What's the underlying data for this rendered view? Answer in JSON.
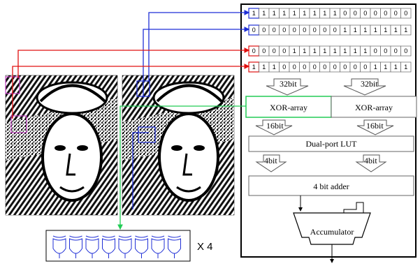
{
  "bit_rows": [
    {
      "bits": "1111111110000000",
      "accent": "#1f2fd6"
    },
    {
      "bits": "0000000001111111",
      "accent": "#1f2fd6"
    },
    {
      "bits": "0000111111110000",
      "accent": "#e01010"
    },
    {
      "bits": "1110000000001111",
      "accent": "#e01010"
    }
  ],
  "labels": {
    "width_32_left": "32bit",
    "width_32_right": "32bit",
    "xor_left": "XOR-array",
    "xor_right": "XOR-array",
    "width_16_left": "16bit",
    "width_16_right": "16bit",
    "lut": "Dual-port LUT",
    "width_4_left": "4bit",
    "width_4_right": "4bit",
    "adder": "4 bit adder",
    "accumulator": "Accumulator",
    "multiplier": "X 4"
  },
  "colors": {
    "blue_path": "#1f2fd6",
    "red_path": "#e01010",
    "green_path": "#22cc55",
    "purple_window": "#c040c0"
  },
  "gate_count": 8
}
